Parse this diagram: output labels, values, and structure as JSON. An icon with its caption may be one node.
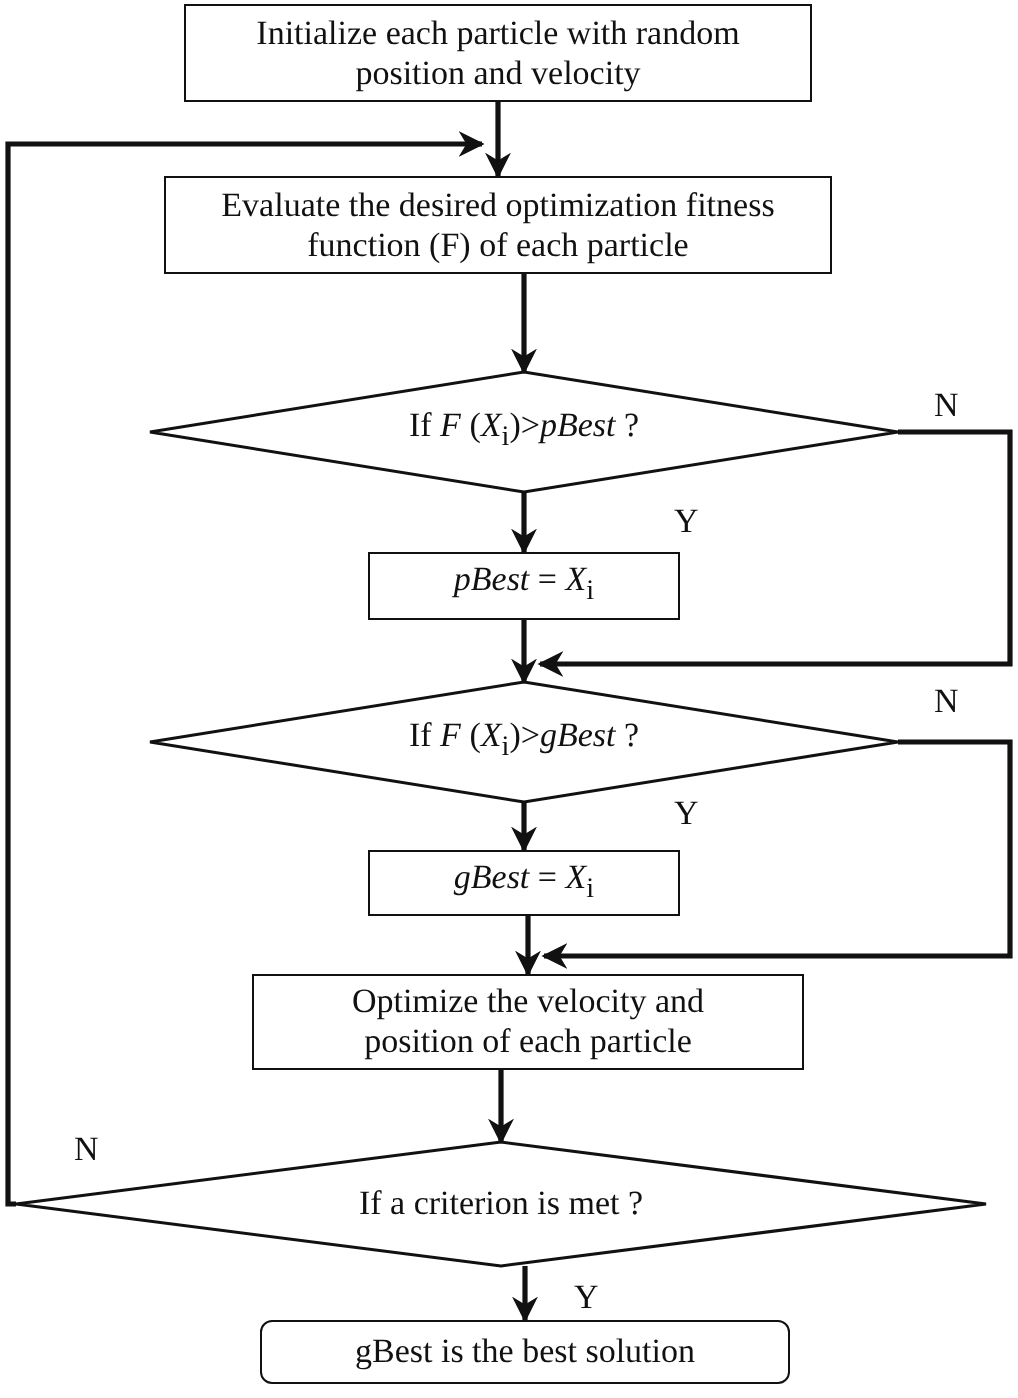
{
  "diagram": {
    "nodes": [
      {
        "text": [
          "Initialize each particle with random position and velocity"
        ]
      },
      {
        "text": [
          "Evaluate the desired optimization fitness function (F) of each particle"
        ]
      },
      {
        "text": [
          "If *F* (*X*$_{i}$)>*pBest* ?"
        ]
      },
      {
        "text": [
          "*pBest* = *X*$_{i}$"
        ]
      },
      {
        "text": [
          "If *F* (*X*$_{i}$)>*gBest* ?"
        ]
      },
      {
        "text": [
          "*gBest* = *X*$_{i}$"
        ]
      },
      {
        "text": [
          "Optimize the velocity and position of each particle"
        ]
      },
      {
        "text": [
          "If a criterion is met ?"
        ]
      },
      {
        "text": [
          "gBest is the best solution"
        ]
      }
    ],
    "edges": [
      {
        "from": 0,
        "to": 1,
        "arrow": "to"
      },
      {
        "from": 1,
        "to": 2,
        "arrow": "to"
      },
      {
        "from": 2,
        "to": 3,
        "arrow": "to",
        "label": "Y"
      },
      {
        "from": 2,
        "to": 4,
        "arrow": "to",
        "label": "N"
      },
      {
        "from": 3,
        "to": 4,
        "arrow": "to"
      },
      {
        "from": 4,
        "to": 5,
        "arrow": "to",
        "label": "Y"
      },
      {
        "from": 4,
        "to": 6,
        "arrow": "to",
        "label": "N"
      },
      {
        "from": 5,
        "to": 6,
        "arrow": "to"
      },
      {
        "from": 6,
        "to": 7,
        "arrow": "to"
      },
      {
        "from": 7,
        "to": 1,
        "arrow": "to",
        "label": "N"
      },
      {
        "from": 7,
        "to": 8,
        "arrow": "to",
        "label": "Y"
      }
    ]
  }
}
